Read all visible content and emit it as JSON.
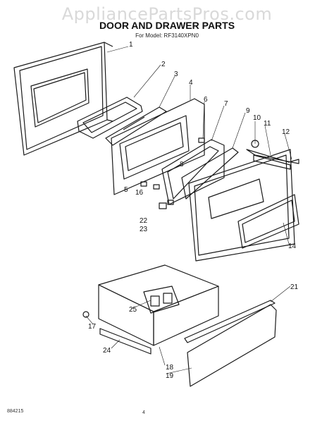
{
  "watermark": "AppliancePartsPros.com",
  "title": "DOOR AND DRAWER PARTS",
  "subtitle": "For Model: RF3140XPN0",
  "footer": {
    "code": "884215",
    "page": "4"
  },
  "callouts": [
    "1",
    "2",
    "3",
    "4",
    "5",
    "6",
    "7",
    "8",
    "9",
    "10",
    "11",
    "12",
    "14",
    "16",
    "17",
    "18",
    "19",
    "21",
    "22",
    "23",
    "24",
    "25"
  ]
}
